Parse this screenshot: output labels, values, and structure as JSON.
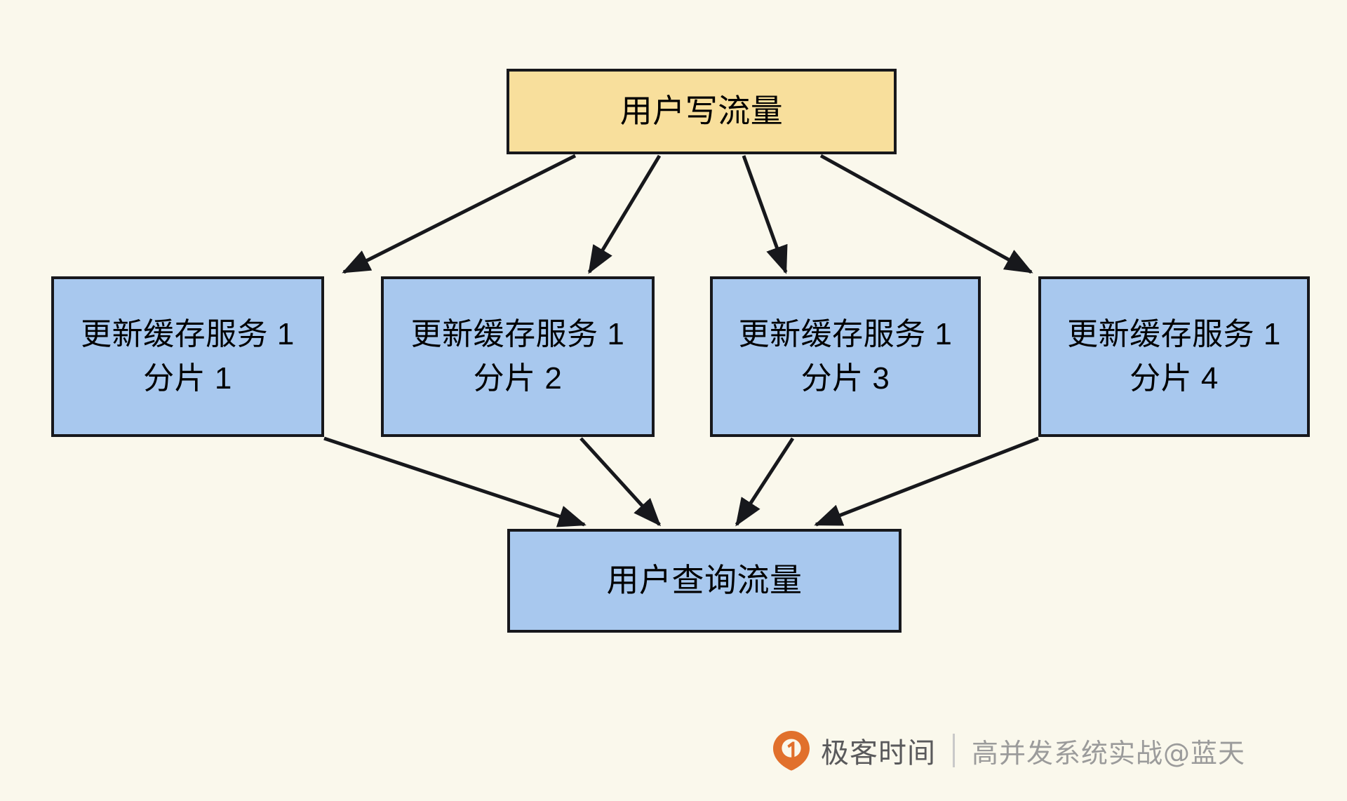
{
  "diagram": {
    "background_color": "#faf8ec",
    "nodes": [
      {
        "id": "source",
        "label": "用户写流量",
        "fill": "#f8df9c",
        "stroke": "#17181c",
        "role": "write-traffic-source"
      },
      {
        "id": "shard-1",
        "label": "更新缓存服务 1\n分片 1",
        "fill": "#a8c8ee",
        "stroke": "#17181c",
        "role": "cache-update-service-shard"
      },
      {
        "id": "shard-2",
        "label": "更新缓存服务 1\n分片 2",
        "fill": "#a8c8ee",
        "stroke": "#17181c",
        "role": "cache-update-service-shard"
      },
      {
        "id": "shard-3",
        "label": "更新缓存服务 1\n分片 3",
        "fill": "#a8c8ee",
        "stroke": "#17181c",
        "role": "cache-update-service-shard"
      },
      {
        "id": "shard-4",
        "label": "更新缓存服务 1\n分片 4",
        "fill": "#a8c8ee",
        "stroke": "#17181c",
        "role": "cache-update-service-shard"
      },
      {
        "id": "sink",
        "label": "用户查询流量",
        "fill": "#a8c8ee",
        "stroke": "#17181c",
        "role": "query-traffic-sink"
      }
    ],
    "edges": [
      {
        "from": "source",
        "to": "shard-1",
        "arrowhead": "solid-triangle"
      },
      {
        "from": "source",
        "to": "shard-2",
        "arrowhead": "solid-triangle"
      },
      {
        "from": "source",
        "to": "shard-3",
        "arrowhead": "solid-triangle"
      },
      {
        "from": "source",
        "to": "shard-4",
        "arrowhead": "solid-triangle"
      },
      {
        "from": "shard-1",
        "to": "sink",
        "arrowhead": "solid-triangle"
      },
      {
        "from": "shard-2",
        "to": "sink",
        "arrowhead": "solid-triangle"
      },
      {
        "from": "shard-3",
        "to": "sink",
        "arrowhead": "solid-triangle"
      },
      {
        "from": "shard-4",
        "to": "sink",
        "arrowhead": "solid-triangle"
      }
    ]
  },
  "watermark": {
    "logo_name": "geekbang-logo-icon",
    "logo_color": "#e1702c",
    "brand": "极客时间",
    "divider": "|",
    "course": "高并发系统实战@蓝天",
    "brand_color": "#59595b",
    "course_color": "#9b9b9b"
  }
}
